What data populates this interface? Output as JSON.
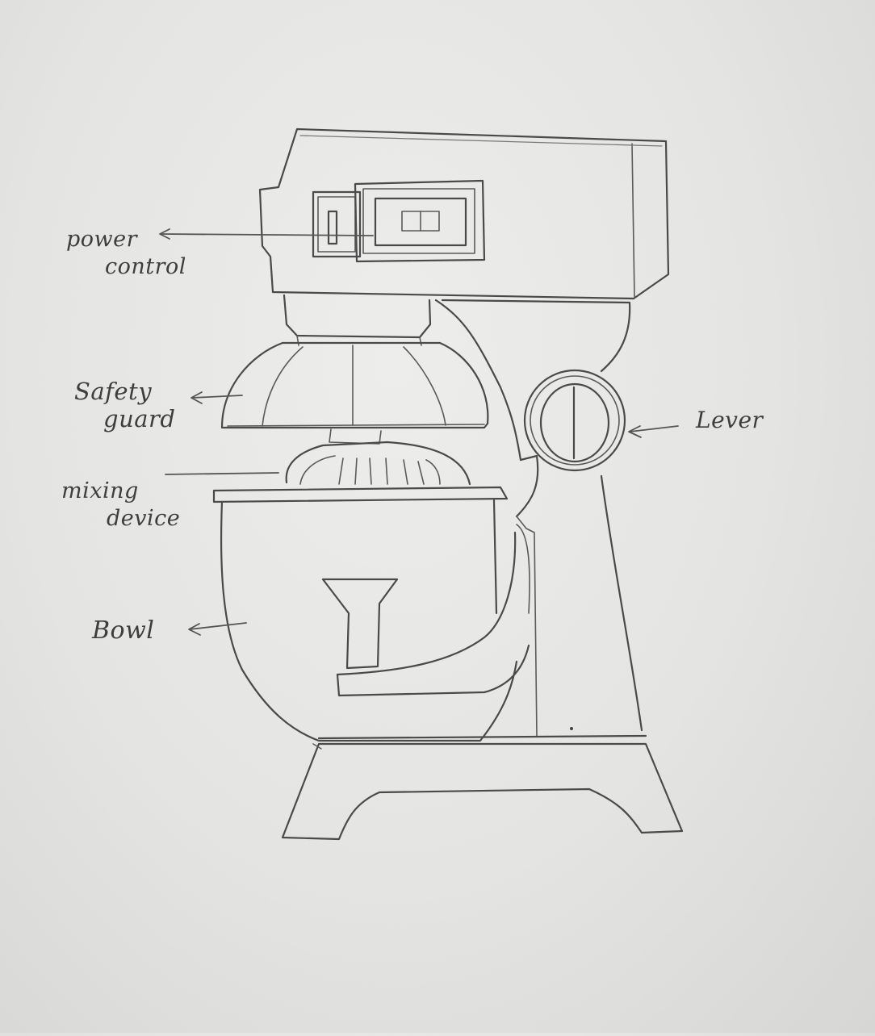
{
  "labels": {
    "power_control_l1": "power",
    "power_control_l2": "control",
    "safety_guard_l1": "Safety",
    "safety_guard_l2": "guard",
    "mixing_device_l1": "mixing",
    "mixing_device_l2": "device",
    "bowl": "Bowl",
    "lever": "Lever"
  },
  "colors": {
    "paper": "#e6e6e4",
    "pencil": "#4a4a4a"
  }
}
